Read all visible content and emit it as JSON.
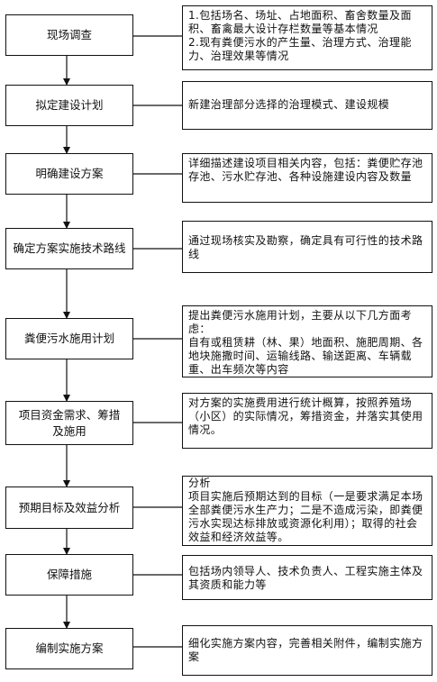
{
  "steps": [
    {
      "label": "现场调查",
      "desc": [
        "1.包括场名、场址、占地面积、畜舍数量及面积、畜禽最大设计存栏数量等基本情况",
        "2.现有粪便污水的产生量、治理方式、治理能力、治理效果等情况"
      ]
    },
    {
      "label": "拟定建设计划",
      "desc": [
        "新建治理部分选择的治理模式、建设规模"
      ]
    },
    {
      "label": "明确建设方案",
      "desc": [
        "详细描述建设项目相关内容，包括：粪便贮存池存池、污水贮存池、各种设施建设内容及数量"
      ]
    },
    {
      "label": "确定方案实施技术路线",
      "desc": [
        "通过现场核实及勘察，确定具有可行性的技术路线"
      ]
    },
    {
      "label": "粪便污水施用计划",
      "desc": [
        "提出粪便污水施用计划，主要从以下几方面考虑：",
        "自有或租赁耕（林、果）地面积、施肥周期、各地块施撒时间、运输线路、输送距离、车辆载重、出车频次等内容"
      ]
    },
    {
      "label": "项目资金需求、筹措及施用",
      "desc": [
        "对方案的实施费用进行统计概算，按照养殖场（小区）的实际情况，筹措资金，并落实其使用情况。"
      ]
    },
    {
      "label": "预期目标及效益分析",
      "desc": [
        "分析",
        "项目实施后预期达到的目标（一是要求满足本场全部粪便污水生产力；二是不造成污染，即粪便污水实现达标排放或资源化利用）；取得的社会效益和经济效益等。"
      ]
    },
    {
      "label": "保障措施",
      "desc": [
        "包括场内领导人、技术负责人、工程实施主体及其资质和能力等"
      ]
    },
    {
      "label": "编制实施方案",
      "desc": [
        "细化实施方案内容，完善相关附件，编制实施方案"
      ]
    }
  ]
}
